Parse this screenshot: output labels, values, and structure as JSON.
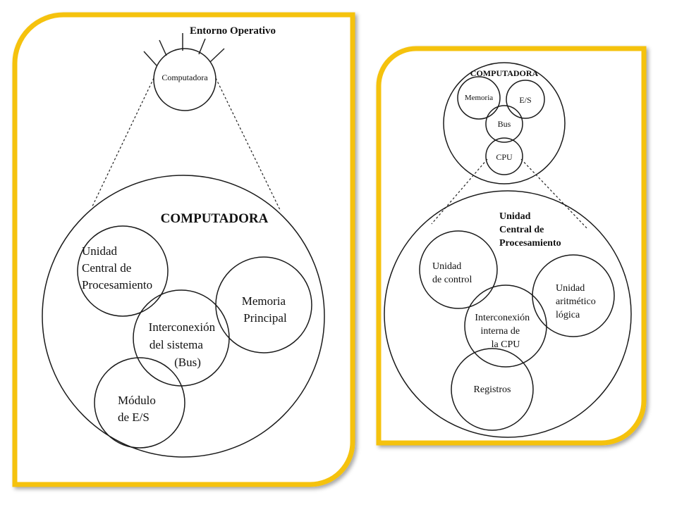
{
  "colors": {
    "frame": "#f5c20a",
    "background": "#ffffff",
    "ink": "#111111"
  },
  "left_panel": {
    "environment_title": "Entorno Operativo",
    "computer_small": "Computadora",
    "computer_title": "COMPUTADORA",
    "cpu_label": [
      "Unidad",
      "Central de",
      "Procesamiento"
    ],
    "bus_label": [
      "Interconexión",
      "del sistema",
      "(Bus)"
    ],
    "memory_label": [
      "Memoria",
      "Principal"
    ],
    "io_label": [
      "Módulo",
      "de E/S"
    ]
  },
  "right_panel": {
    "computer_title": "COMPUTADORA",
    "memory_small": "Memoria",
    "io_small": "E/S",
    "bus_small": "Bus",
    "cpu_small": "CPU",
    "cpu_title": [
      "Unidad",
      "Central de",
      "Procesamiento"
    ],
    "control_label": [
      "Unidad",
      "de control"
    ],
    "alu_label": [
      "Unidad",
      "aritmético",
      "lógica"
    ],
    "interconnect_label": [
      "Interconexión",
      "interna de",
      "la CPU"
    ],
    "registers_label": "Registros"
  }
}
